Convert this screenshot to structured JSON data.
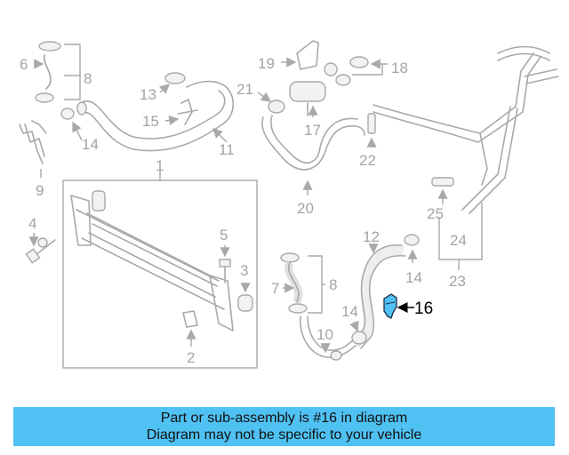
{
  "diagram": {
    "labels": {
      "l1": "1",
      "l2": "2",
      "l3": "3",
      "l4": "4",
      "l5": "5",
      "l6": "6",
      "l7": "7",
      "l8a": "8",
      "l8b": "8",
      "l9": "9",
      "l10": "10",
      "l11": "11",
      "l12": "12",
      "l13": "13",
      "l14a": "14",
      "l14b": "14",
      "l14c": "14",
      "l15": "15",
      "l16": "16",
      "l17": "17",
      "l18": "18",
      "l19": "19",
      "l20": "20",
      "l21": "21",
      "l22": "22",
      "l23": "23",
      "l24": "24",
      "l25": "25"
    },
    "highlight_color": "#4fc1f3",
    "part_color": "#a9a9a9"
  },
  "banner": {
    "line1": "Part or sub-assembly is #16 in diagram",
    "line2": "Diagram may not be specific to your vehicle",
    "background": "#4fc1f3"
  }
}
